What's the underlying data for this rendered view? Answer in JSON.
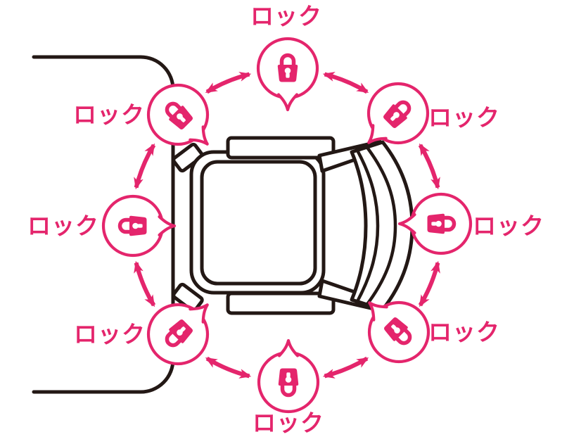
{
  "figure": {
    "type": "instruction-diagram",
    "subject": "office chair viewed from above beside a desk edge, surrounded by eight lock call-out bubbles",
    "colors": {
      "accent": "#E4256C",
      "line": "#231815",
      "background": "#FFFFFF"
    },
    "icons": {
      "padlock": "padlock-icon",
      "arrows": "double-headed-curved-arrow"
    }
  },
  "bubbles": [
    {
      "id": "top",
      "label": "ロック",
      "icon": "padlock-icon"
    },
    {
      "id": "top-right",
      "label": "ロック",
      "icon": "padlock-icon"
    },
    {
      "id": "right",
      "label": "ロック",
      "icon": "padlock-icon"
    },
    {
      "id": "bottom-right",
      "label": "ロック",
      "icon": "padlock-icon"
    },
    {
      "id": "bottom",
      "label": "ロック",
      "icon": "padlock-icon"
    },
    {
      "id": "bottom-left",
      "label": "ロック",
      "icon": "padlock-icon"
    },
    {
      "id": "left",
      "label": "ロック",
      "icon": "padlock-icon"
    },
    {
      "id": "top-left",
      "label": "ロック",
      "icon": "padlock-icon"
    }
  ]
}
